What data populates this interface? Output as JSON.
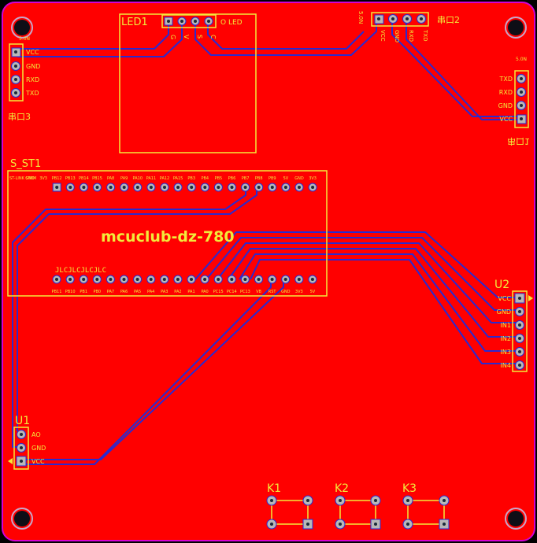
{
  "board_title": "mcuclub-dz-780",
  "colors": {
    "board": "#ff0000",
    "outline": "#d400d4",
    "silk": "#f2ea3a",
    "trace": "#1a2ad8",
    "pad": "#b8b8b8",
    "hole": "#1a2a3a"
  },
  "components": {
    "led1": {
      "ref": "LED1",
      "side_label": "O LED",
      "pins": [
        "G",
        "V",
        "S",
        "C"
      ]
    },
    "chuankou2": {
      "ref": "串口2",
      "side_label": "5.0N",
      "pins": [
        "VCC",
        "GND",
        "RXD",
        "TXD"
      ]
    },
    "chuankou3": {
      "ref": "串口3",
      "top_label": "5.0N",
      "pins": [
        "VCC",
        "GND",
        "RXD",
        "TXD"
      ]
    },
    "chuankou1": {
      "ref": "串口1",
      "top_label": "5.0N",
      "pins": [
        "TXD",
        "RXD",
        "GND",
        "VCC"
      ]
    },
    "sst1": {
      "ref": "S_ST1",
      "top_left_label": "ST-LINK SWIM",
      "top_pins": [
        "GND",
        "3V3",
        "PB12",
        "PB13",
        "PB14",
        "PB15",
        "PA8",
        "PA9",
        "PA10",
        "PA11",
        "PA12",
        "PA15",
        "PB3",
        "PB4",
        "PB5",
        "PB6",
        "PB7",
        "PB8",
        "PB9",
        "5V",
        "GND",
        "3V3"
      ],
      "bottom_label": "JLCJLCJLCJLC",
      "bottom_pins": [
        "PB11",
        "PB10",
        "PB1",
        "PB0",
        "PA7",
        "PA6",
        "PA5",
        "PA4",
        "PA3",
        "PA2",
        "PA1",
        "PA0",
        "PC15",
        "PC14",
        "PC13",
        "VB",
        "RST",
        "GND",
        "3V3",
        "5V"
      ]
    },
    "u2": {
      "ref": "U2",
      "pins": [
        "VCC",
        "GND",
        "IN1",
        "IN2",
        "IN3",
        "IN4"
      ]
    },
    "u1": {
      "ref": "U1",
      "pins": [
        "AO",
        "GND",
        "VCC"
      ]
    },
    "buttons": [
      "K1",
      "K2",
      "K3"
    ]
  }
}
